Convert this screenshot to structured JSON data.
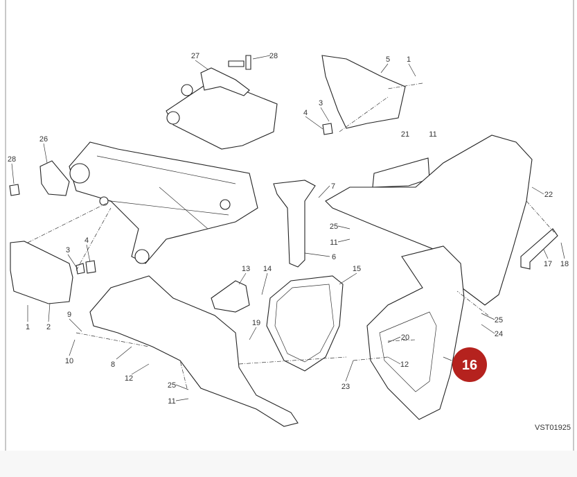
{
  "diagram": {
    "drawing_code": "VST01925",
    "highlighted_part": "16",
    "highlight_color": "#b5221e",
    "callouts": [
      {
        "id": "c27",
        "label": "27"
      },
      {
        "id": "c28a",
        "label": "28"
      },
      {
        "id": "c5",
        "label": "5"
      },
      {
        "id": "c1a",
        "label": "1"
      },
      {
        "id": "c3a",
        "label": "3"
      },
      {
        "id": "c4a",
        "label": "4"
      },
      {
        "id": "c11a",
        "label": "11"
      },
      {
        "id": "c21",
        "label": "21"
      },
      {
        "id": "c26",
        "label": "26"
      },
      {
        "id": "c28b",
        "label": "28"
      },
      {
        "id": "c22",
        "label": "22"
      },
      {
        "id": "c7",
        "label": "7"
      },
      {
        "id": "c25a",
        "label": "25"
      },
      {
        "id": "c11b",
        "label": "11"
      },
      {
        "id": "c6",
        "label": "6"
      },
      {
        "id": "c3b",
        "label": "3"
      },
      {
        "id": "c4b",
        "label": "4"
      },
      {
        "id": "c13",
        "label": "13"
      },
      {
        "id": "c14",
        "label": "14"
      },
      {
        "id": "c15",
        "label": "15"
      },
      {
        "id": "c17",
        "label": "17"
      },
      {
        "id": "c18",
        "label": "18"
      },
      {
        "id": "c1b",
        "label": "1"
      },
      {
        "id": "c2",
        "label": "2"
      },
      {
        "id": "c9",
        "label": "9"
      },
      {
        "id": "c10",
        "label": "10"
      },
      {
        "id": "c8",
        "label": "8"
      },
      {
        "id": "c12a",
        "label": "12"
      },
      {
        "id": "c19",
        "label": "19"
      },
      {
        "id": "c20",
        "label": "20"
      },
      {
        "id": "c12b",
        "label": "12"
      },
      {
        "id": "c23",
        "label": "23"
      },
      {
        "id": "c25b",
        "label": "25"
      },
      {
        "id": "c24",
        "label": "24"
      },
      {
        "id": "c25c",
        "label": "25"
      },
      {
        "id": "c11c",
        "label": "11"
      }
    ]
  }
}
